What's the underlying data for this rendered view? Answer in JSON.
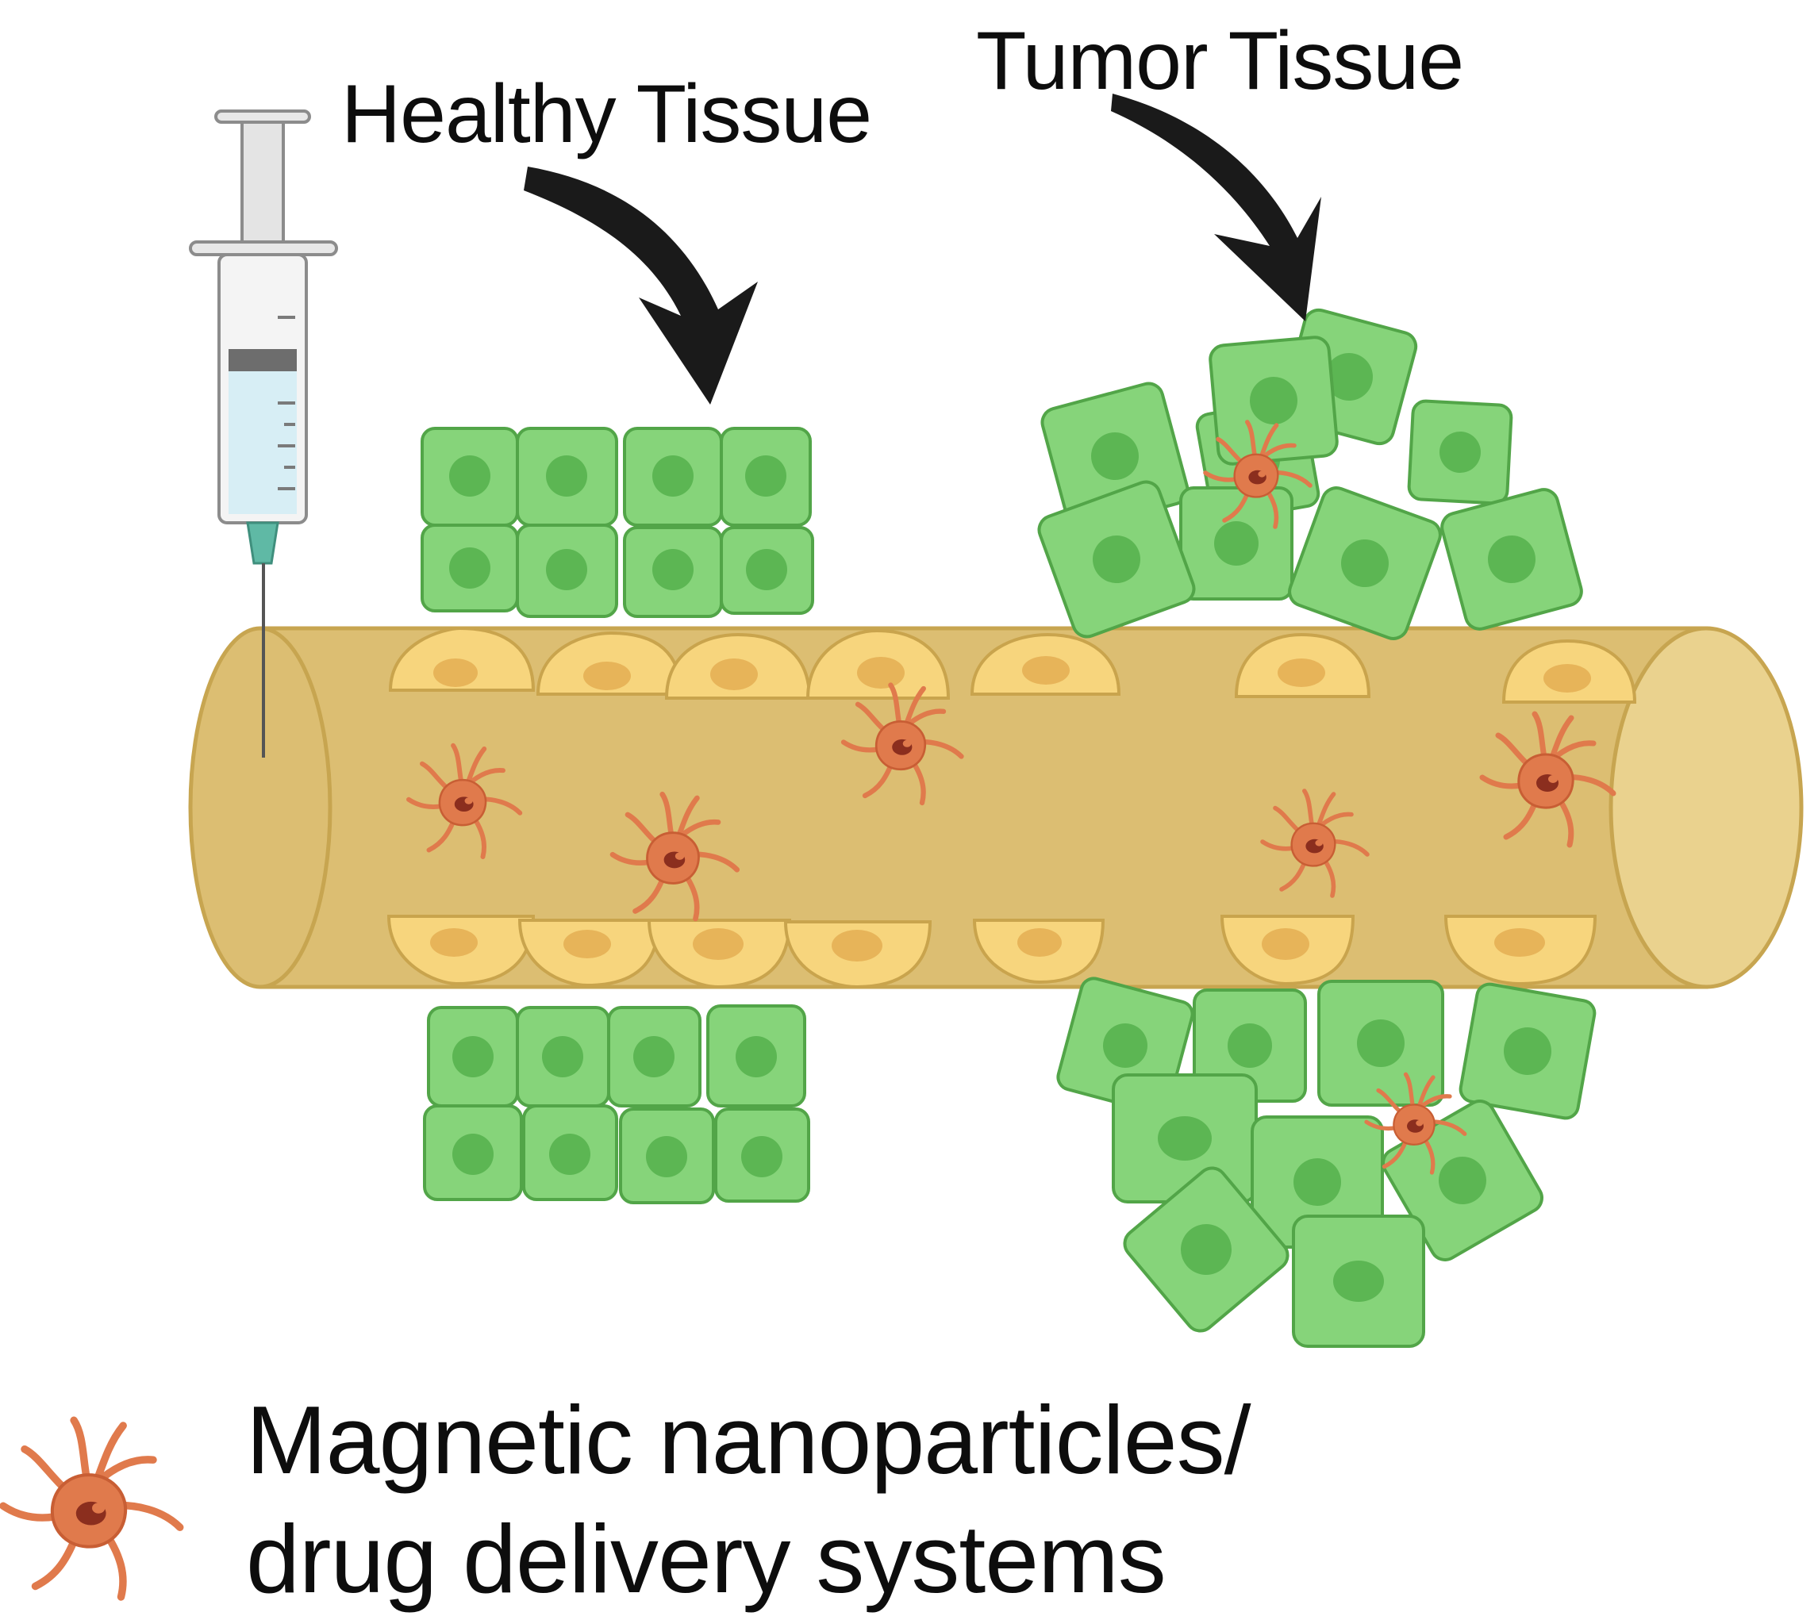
{
  "labels": {
    "healthy_tissue": "Healthy Tissue",
    "tumor_tissue": "Tumor Tissue"
  },
  "legend": {
    "line1": "Magnetic nanoparticles/",
    "line2": "drug delivery systems",
    "icon": "nanoparticle-icon"
  },
  "colors": {
    "vessel": "#dcbe72",
    "vessel_end": "#ead28e",
    "vessel_outline": "#c7a550",
    "endothelial_cell": "#f7d57d",
    "endothelial_nucleus": "#e7b459",
    "tissue_cell": "#86d47a",
    "tissue_cell_outline": "#52a548",
    "tissue_nucleus": "#5cb653",
    "nanoparticle": "#e07a4c",
    "nanoparticle_core": "#8b2e1e",
    "arrow": "#1a1a1a",
    "syringe_fluid": "#d7eef5",
    "needle_hub": "#5fb9a5"
  }
}
